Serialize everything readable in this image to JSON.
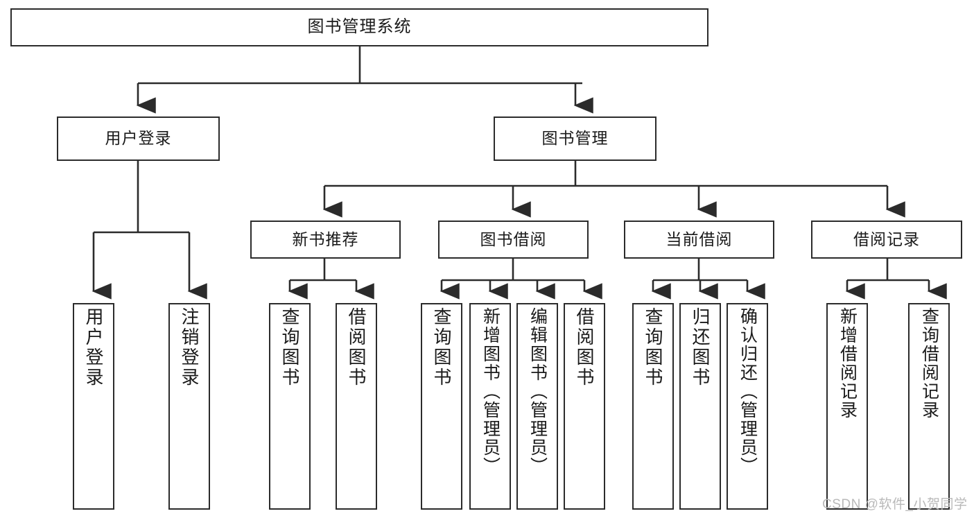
{
  "diagram": {
    "title": "图书管理系统",
    "type": "tree-hierarchy",
    "orientation": "top-down",
    "colors": {
      "box_border": "#2b2b2b",
      "box_fill": "#ffffff",
      "edge": "#2b2b2b",
      "text": "#1a1a1a",
      "watermark": "#b9b9b9"
    },
    "root": {
      "label": "图书管理系统"
    },
    "level2": [
      {
        "label": "用户登录"
      },
      {
        "label": "图书管理"
      }
    ],
    "level3": [
      {
        "label": "新书推荐"
      },
      {
        "label": "图书借阅"
      },
      {
        "label": "当前借阅"
      },
      {
        "label": "借阅记录"
      }
    ],
    "leaves": {
      "user_login": [
        {
          "label": "用户登录"
        },
        {
          "label": "注销登录"
        }
      ],
      "new_book_recommend": [
        {
          "label": "查询图书"
        },
        {
          "label": "借阅图书"
        }
      ],
      "book_borrow": [
        {
          "label": "查询图书"
        },
        {
          "label": "新增图书（管理员）"
        },
        {
          "label": "编辑图书（管理员）"
        },
        {
          "label": "借阅图书"
        }
      ],
      "current_borrow": [
        {
          "label": "查询图书"
        },
        {
          "label": "归还图书"
        },
        {
          "label": "确认归还（管理员）"
        }
      ],
      "borrow_record": [
        {
          "label": "新增借阅记录"
        },
        {
          "label": "查询借阅记录"
        }
      ]
    }
  },
  "watermark": {
    "text": "CSDN @软件_小贺同学"
  }
}
